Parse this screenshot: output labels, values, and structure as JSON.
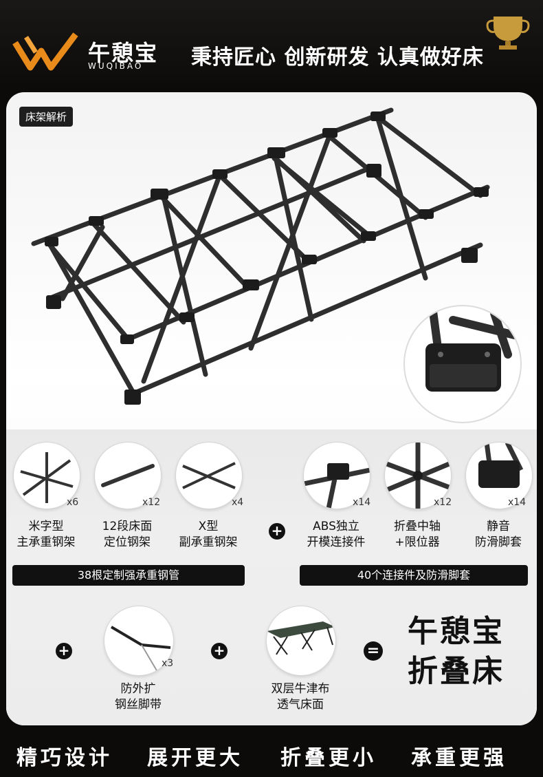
{
  "header": {
    "brand_cn": "午憩宝",
    "brand_en": "WUQIBAO",
    "slogan": "秉持匠心 创新研发 认真做好床"
  },
  "section": {
    "tag": "床架解析"
  },
  "components": [
    {
      "icon": "cross-frame-icon",
      "count": "x6",
      "line1": "米字型",
      "line2": "主承重钢架"
    },
    {
      "icon": "steel-tube-icon",
      "count": "x12",
      "line1": "12段床面",
      "line2": "定位钢架"
    },
    {
      "icon": "x-frame-icon",
      "count": "x4",
      "line1": "X型",
      "line2": "副承重钢架"
    },
    {
      "icon": "connector-icon",
      "count": "x14",
      "line1": "ABS独立",
      "line2": "开模连接件"
    },
    {
      "icon": "folding-axis-icon",
      "count": "x12",
      "line1": "折叠中轴",
      "line2": "+限位器"
    },
    {
      "icon": "foot-pad-icon",
      "count": "x14",
      "line1": "静音",
      "line2": "防滑脚套"
    }
  ],
  "summary": {
    "left": "38根定制强承重钢管",
    "right": "40个连接件及防滑脚套"
  },
  "extras": [
    {
      "icon": "wire-strap-icon",
      "count": "x3",
      "line1": "防外扩",
      "line2": "钢丝脚带"
    },
    {
      "icon": "cot-bed-icon",
      "count": "",
      "line1": "双层牛津布",
      "line2": "透气床面"
    }
  ],
  "result": {
    "line1": "午憩宝",
    "line2": "折叠床"
  },
  "footer": [
    "精巧设计",
    "展开更大",
    "折叠更小",
    "承重更强"
  ]
}
